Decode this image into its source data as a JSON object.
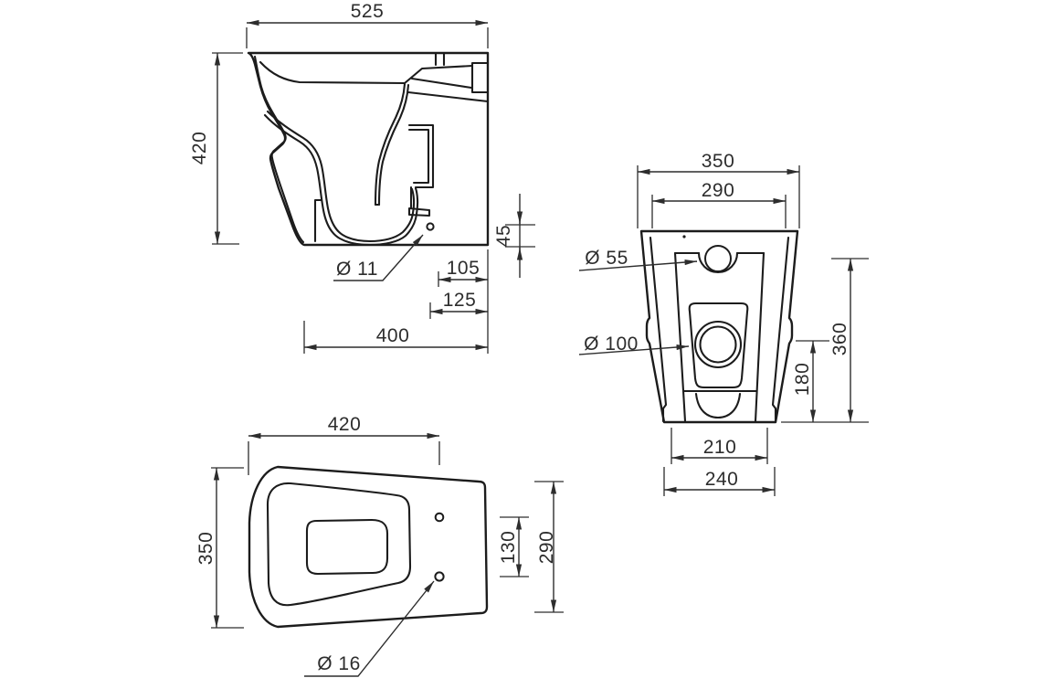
{
  "colors": {
    "background": "#ffffff",
    "line": "#1c1c1c",
    "dimension": "#2d2d2d"
  },
  "side_view": {
    "d525": "525",
    "d420": "420",
    "d45": "45",
    "dia11": "Ø 11",
    "d105": "105",
    "d125": "125",
    "d400": "400"
  },
  "rear_view": {
    "d350": "350",
    "d290": "290",
    "dia55": "Ø 55",
    "dia100": "Ø 100",
    "d360": "360",
    "d180": "180",
    "d210": "210",
    "d240": "240"
  },
  "plan_view": {
    "d420": "420",
    "d350": "350",
    "d130": "130",
    "d290": "290",
    "dia16": "Ø 16"
  }
}
